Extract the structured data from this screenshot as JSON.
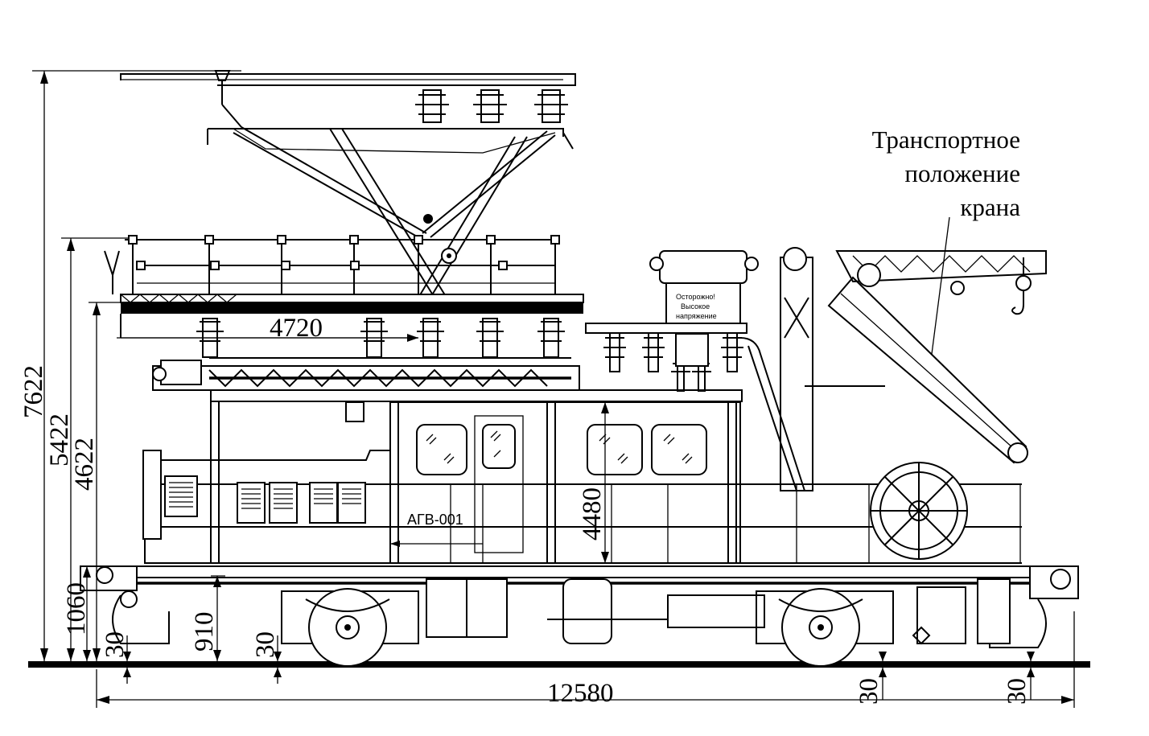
{
  "figure": {
    "caption_lines": [
      "Транспортное",
      "положение",
      "крана"
    ],
    "vehicle_marking": "АГВ-001",
    "warning_sign_lines": [
      "Осторожно!",
      "Высокое",
      "напряжение"
    ]
  },
  "dimensions": {
    "height_total": "7622",
    "height_pantograph": "5422",
    "height_platform": "4622",
    "height_buffer": "1060",
    "height_frame": "910",
    "height_body": "4480",
    "platform_length": "4720",
    "overall_length": "12580",
    "rail_gap_1": "30",
    "rail_gap_2": "30",
    "rail_gap_3": "30",
    "rail_gap_4": "30"
  }
}
